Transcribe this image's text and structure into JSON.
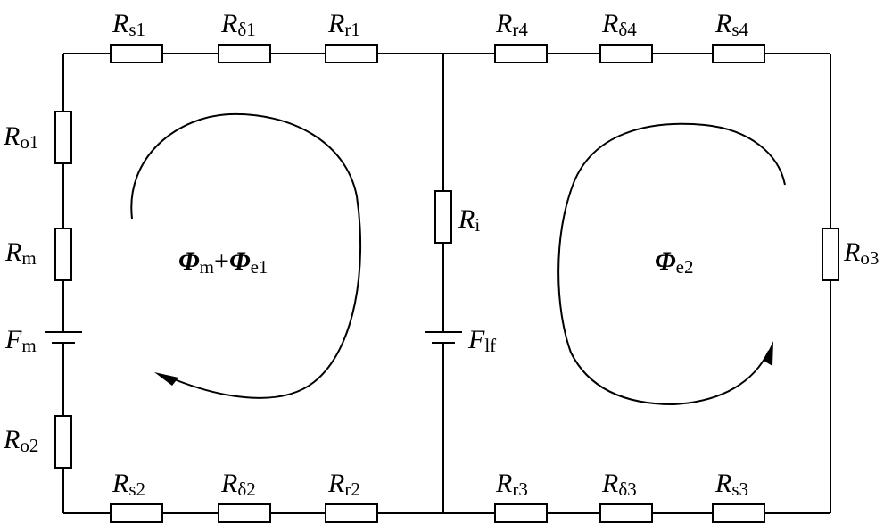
{
  "circuit": {
    "resistors": {
      "rs1": {
        "main": "R",
        "sub": "s1"
      },
      "rd1": {
        "main": "R",
        "sub": "δ1"
      },
      "rr1": {
        "main": "R",
        "sub": "r1"
      },
      "rr4": {
        "main": "R",
        "sub": "r4"
      },
      "rd4": {
        "main": "R",
        "sub": "δ4"
      },
      "rs4": {
        "main": "R",
        "sub": "s4"
      },
      "ro1": {
        "main": "R",
        "sub": "o1"
      },
      "rm": {
        "main": "R",
        "sub": "m"
      },
      "ro2": {
        "main": "R",
        "sub": "o2"
      },
      "ri": {
        "main": "R",
        "sub": "i"
      },
      "ro3": {
        "main": "R",
        "sub": "o3"
      },
      "rs2": {
        "main": "R",
        "sub": "s2"
      },
      "rd2": {
        "main": "R",
        "sub": "δ2"
      },
      "rr2": {
        "main": "R",
        "sub": "r2"
      },
      "rr3": {
        "main": "R",
        "sub": "r3"
      },
      "rd3": {
        "main": "R",
        "sub": "δ3"
      },
      "rs3": {
        "main": "R",
        "sub": "s3"
      }
    },
    "sources": {
      "fm": {
        "main": "F",
        "sub": "m"
      },
      "flf": {
        "main": "F",
        "sub": "lf"
      }
    },
    "fluxes": {
      "left": {
        "phi1": "Φ",
        "sub1": "m",
        "plus": "+",
        "phi2": "Φ",
        "sub2": "e1"
      },
      "right": {
        "phi": "Φ",
        "sub": "e2"
      }
    }
  }
}
